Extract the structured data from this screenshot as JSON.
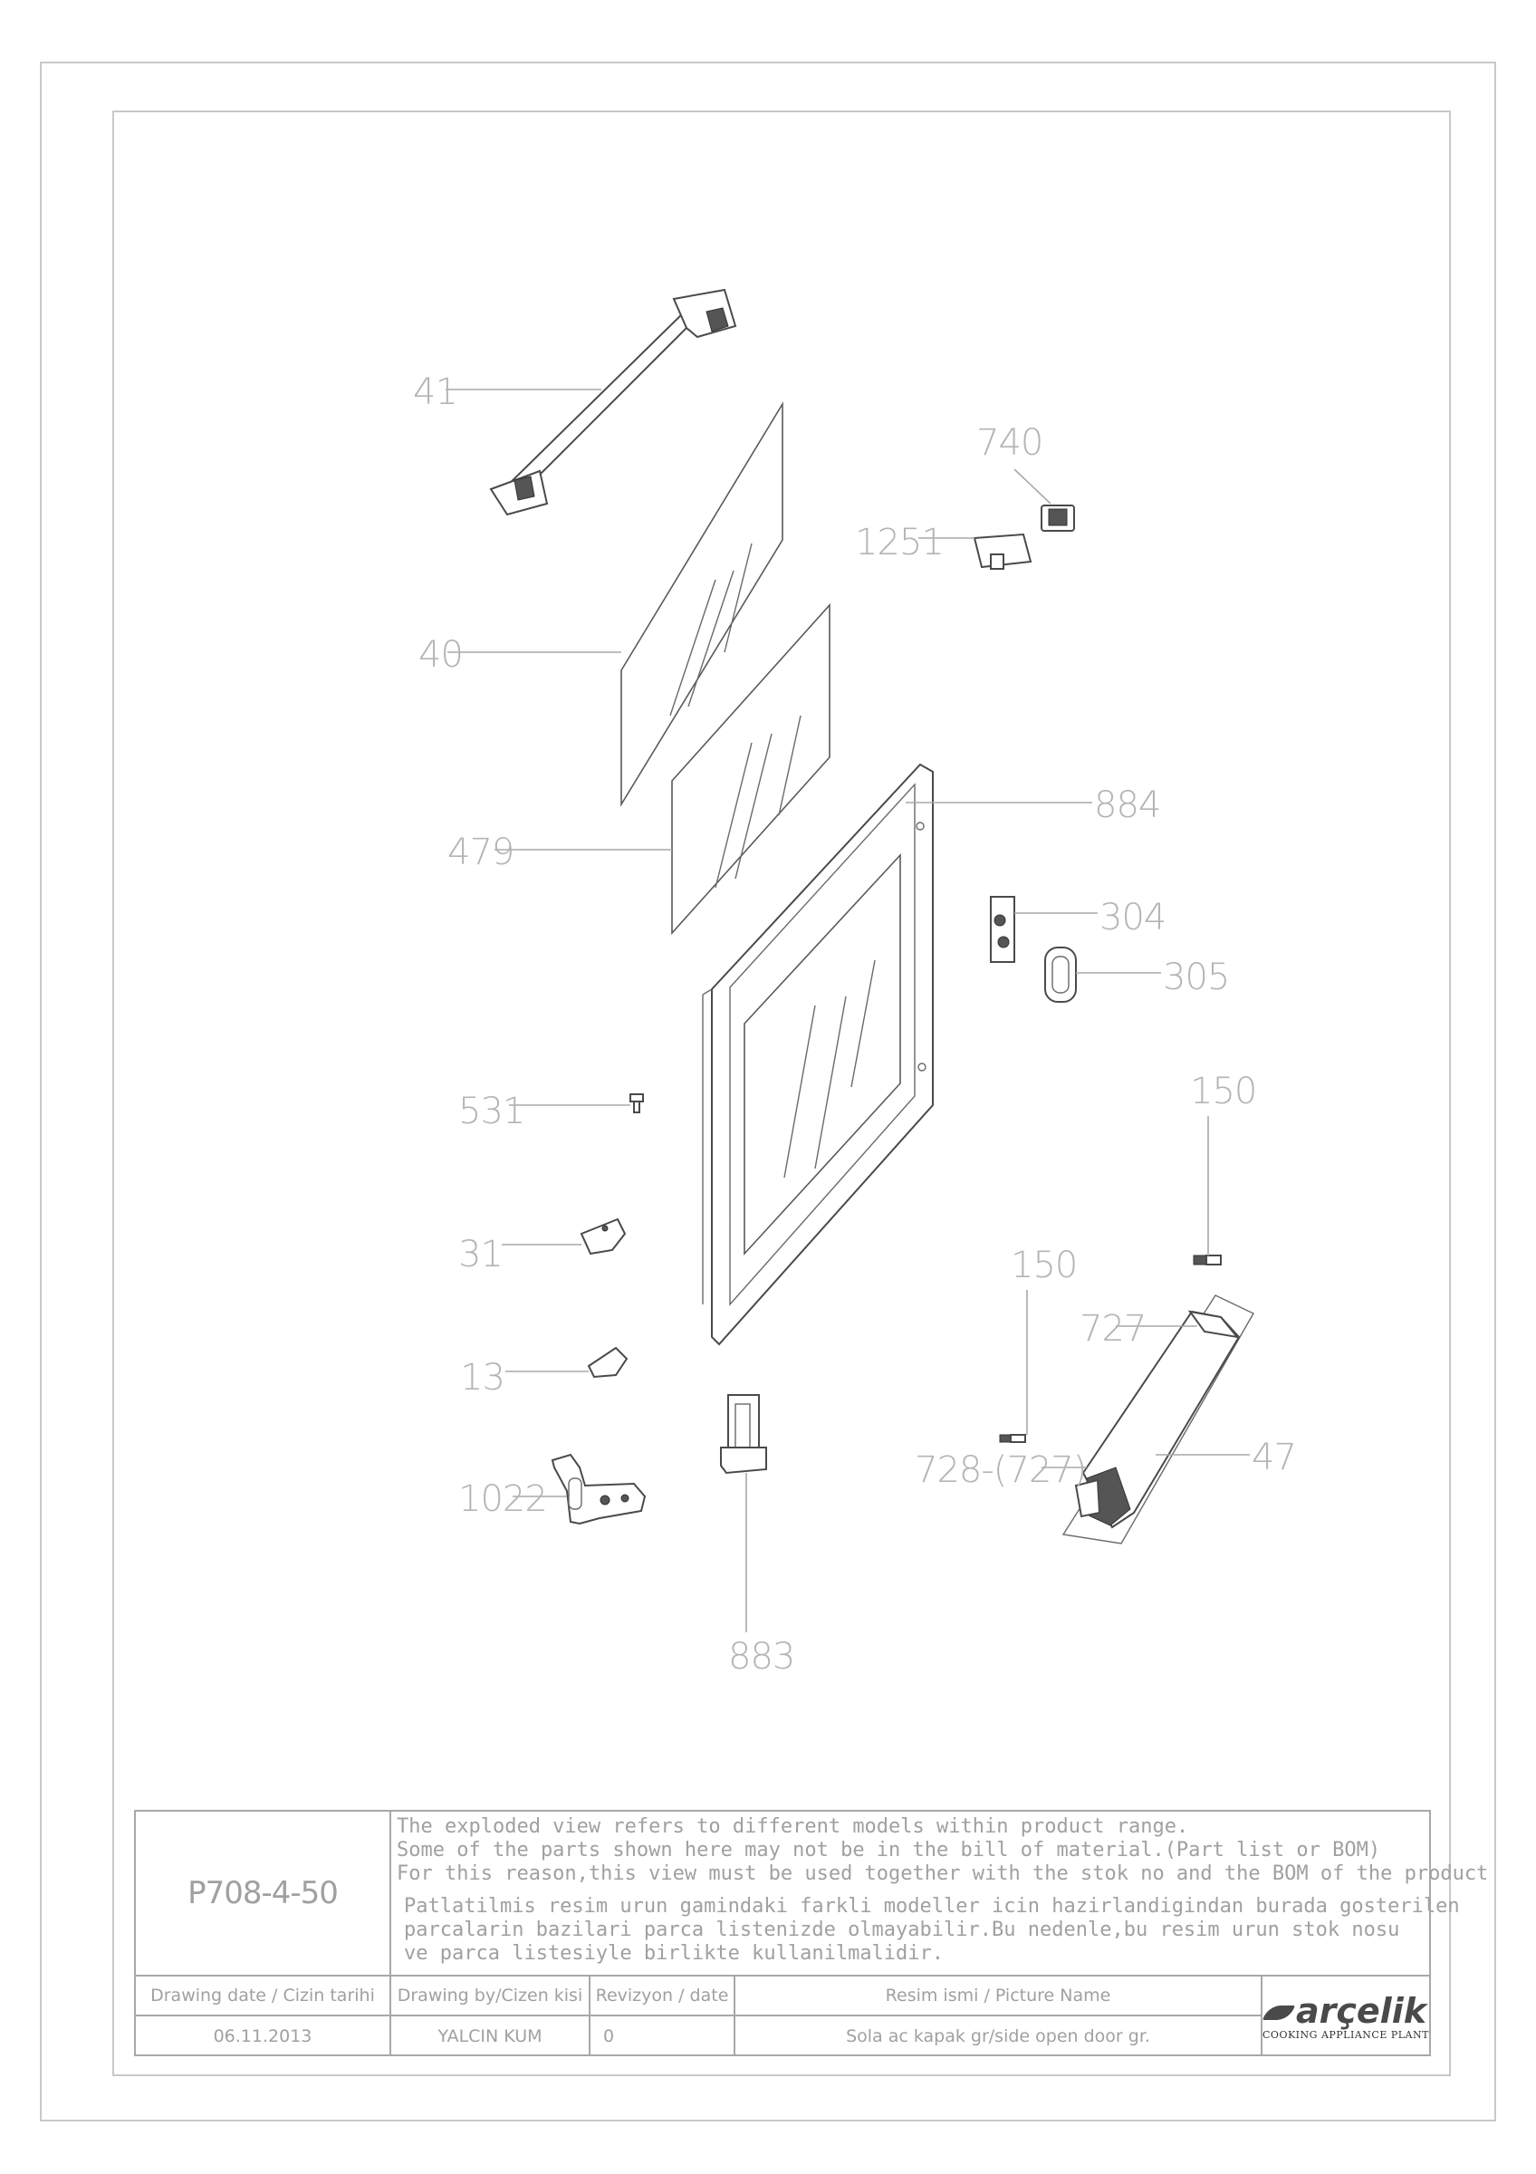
{
  "callouts": {
    "c41": "41",
    "c740": "740",
    "c1251": "1251",
    "c40": "40",
    "c884": "884",
    "c479": "479",
    "c304": "304",
    "c305": "305",
    "c531": "531",
    "c150a": "150",
    "c31": "31",
    "c150b": "150",
    "c727": "727",
    "c13": "13",
    "c1022": "1022",
    "c728": "728-(727)",
    "c47": "47",
    "c883": "883"
  },
  "title_block": {
    "code": "P708-4-50",
    "note_en": [
      "The exploded view refers to different models within product range.",
      "Some of the parts shown here may not be in the bill of material.(Part list or BOM)",
      "For this reason,this view must be used together with the stok no and the BOM of the product"
    ],
    "note_tr": [
      "Patlatilmis resim urun gamindaki farkli modeller icin hazirlandigindan burada gosterilen",
      "parcalarin bazilari parca listenizde olmayabilir.Bu nedenle,bu resim urun stok nosu",
      "ve parca listesiyle birlikte kullanilmalidir."
    ],
    "headers": {
      "date": "Drawing date / Cizin tarihi",
      "by": "Drawing by/Cizen kisi",
      "rev": "Revizyon / date",
      "name": "Resim ismi / Picture Name"
    },
    "values": {
      "date": "06.11.2013",
      "by": "YALCIN KUM",
      "rev": "0",
      "name": "Sola ac kapak gr/side open door gr."
    },
    "logo": {
      "word": "arçelik",
      "sub": "COOKING APPLIANCE PLANT"
    }
  }
}
